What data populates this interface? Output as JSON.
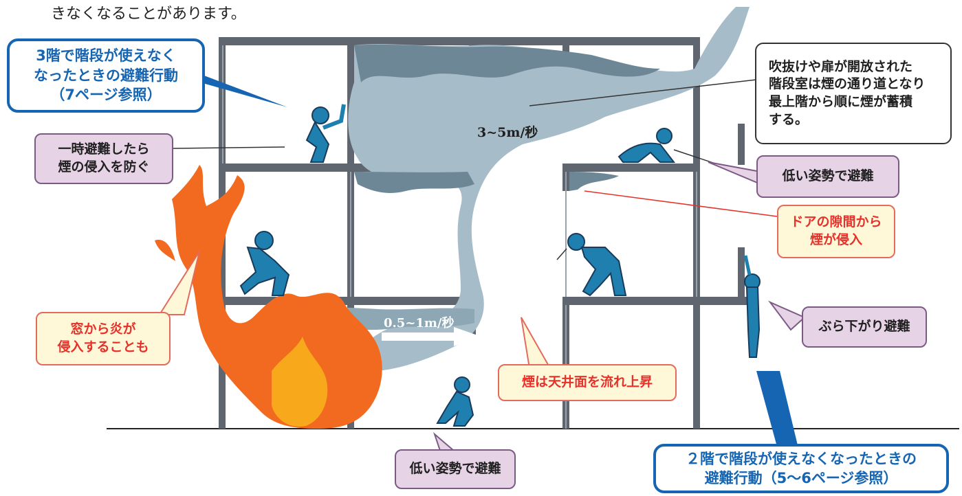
{
  "intro_text": "きなくなることがあります。",
  "callouts": {
    "third_floor_action": "3階で階段が使えなく\nなったときの避難行動\n（7ページ参照）",
    "stairwell_smoke": "吹抜けや扉が開放された\n階段室は煙の通り道となり\n最上階から順に煙が蓄積\nする。",
    "temporary_refuge": "一時避難したら\n煙の侵入を防ぐ",
    "low_posture_upper": "低い姿勢で避難",
    "door_gap_smoke": "ドアの隙間から\n煙が侵入",
    "window_flames": "窓から炎が\n侵入することも",
    "hanging_escape": "ぶら下がり避難",
    "smoke_rises": "煙は天井面を流れ上昇",
    "low_posture_ground": "低い姿勢で避難",
    "second_floor_action": "２階で階段が使えなくなったときの\n避難行動（5～6ページ参照）"
  },
  "speeds": {
    "vertical": "3~5m/秒",
    "horizontal": "0.5~1m/秒"
  },
  "colors": {
    "wall": "#5f6670",
    "smoke_light": "#a7bcc9",
    "smoke_dark": "#6d8796",
    "flame_outer": "#f26a1f",
    "flame_inner": "#f7a81b",
    "person": "#1f7fae",
    "accent_blue": "#1565b3",
    "accent_red": "#e8302a"
  }
}
